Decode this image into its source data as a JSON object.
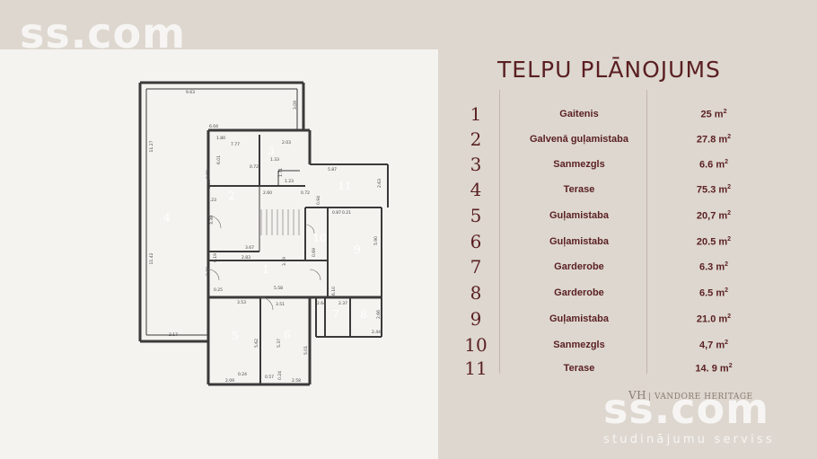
{
  "watermark": {
    "main": "ss.com",
    "sub": "studinājumu serviss"
  },
  "legend": {
    "title": "TELPU PLĀNOJUMS",
    "rows": [
      {
        "num": "1",
        "name": "Gaitenis",
        "area": "25 m",
        "unit": "2"
      },
      {
        "num": "2",
        "name": "Galvenā guļamistaba",
        "area": "27.8 m",
        "unit": "2"
      },
      {
        "num": "3",
        "name": "Sanmezgls",
        "area": "6.6 m",
        "unit": "2"
      },
      {
        "num": "4",
        "name": "Terase",
        "area": "75.3 m",
        "unit": "2"
      },
      {
        "num": "5",
        "name": "Guļamistaba",
        "area": "20,7 m",
        "unit": "2"
      },
      {
        "num": "6",
        "name": "Guļamistaba",
        "area": "20.5 m",
        "unit": "2"
      },
      {
        "num": "7",
        "name": "Garderobe",
        "area": "6.3 m",
        "unit": "2"
      },
      {
        "num": "8",
        "name": "Garderobe",
        "area": "6.5 m",
        "unit": "2"
      },
      {
        "num": "9",
        "name": "Guļamistaba",
        "area": "21.0 m",
        "unit": "2"
      },
      {
        "num": "10",
        "name": "Sanmezgls",
        "area": "4,7 m",
        "unit": "2"
      },
      {
        "num": "11",
        "name": "Terase",
        "area": "14. 9 m",
        "unit": "2"
      }
    ]
  },
  "brand": {
    "mono": "VH",
    "name": "VANDORE HERITAGE"
  },
  "plan": {
    "room_labels": [
      "1",
      "2",
      "3",
      "4",
      "5",
      "6",
      "7",
      "8",
      "9",
      "10",
      "11"
    ],
    "dims": [
      "9.63",
      "3.09",
      "6.04",
      "1.80",
      "7.77",
      "2.03",
      "0.72",
      "1.33",
      "1.71",
      "1.23",
      "5.87",
      "2.63",
      "2.59",
      "0.23",
      "3.38",
      "2.60",
      "0.72",
      "0.94",
      "0.87",
      "0.21",
      "5.90",
      "3.67",
      "2.83",
      "3.19",
      "0.19",
      "0.69",
      "2.39",
      "0.25",
      "5.58",
      "6.10",
      "3.53",
      "3.51",
      "2.64",
      "2.37",
      "2.66",
      "2.44",
      "5.62",
      "5.37",
      "5.01",
      "0.24",
      "0.57",
      "0.24",
      "2.09",
      "2.58",
      "3.17",
      "11.42",
      "11.27",
      "6.01",
      "0.89"
    ],
    "colors": {
      "wall": "#3a3a3a",
      "thin": "#6a6a6a",
      "dim": "#444444"
    }
  }
}
